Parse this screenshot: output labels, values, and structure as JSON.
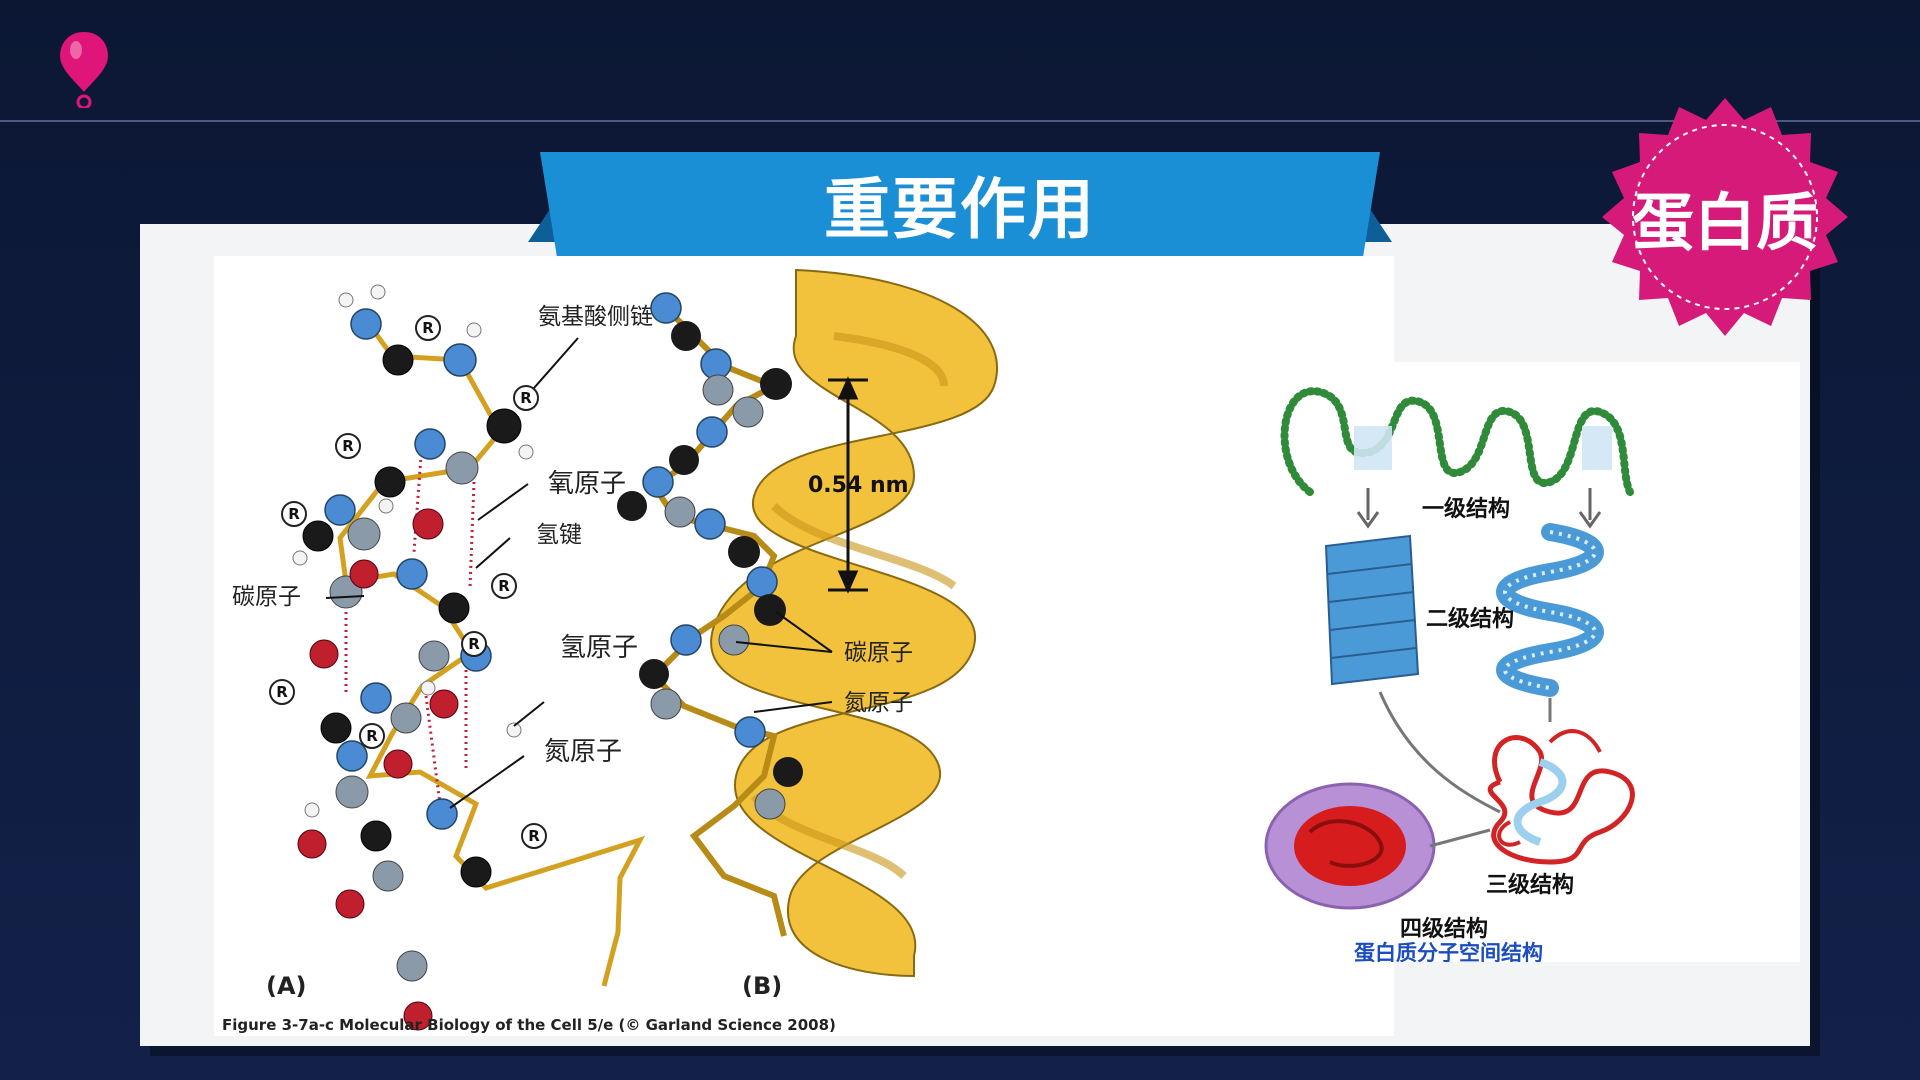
{
  "slide": {
    "title": "重要作用",
    "badge": "蛋白质"
  },
  "figure_a": {
    "part_label": "(A)",
    "labels": {
      "side_chain": "氨基酸侧链",
      "oxygen": "氧原子",
      "hbond": "氢键",
      "carbon": "碳原子",
      "hydrogen": "氢原子",
      "nitrogen": "氮原子"
    },
    "r_group": "R"
  },
  "figure_b": {
    "part_label": "(B)",
    "pitch": "0.54 nm",
    "labels": {
      "carbon": "碳原子",
      "nitrogen": "氮原子"
    }
  },
  "caption": "Figure 3-7a-c  Molecular Biology of the Cell 5/e (© Garland Science 2008)",
  "figure_c": {
    "primary": "一级结构",
    "secondary": "二级结构",
    "tertiary": "三级结构",
    "quaternary": "四级结构",
    "title": "蛋白质分子空间结构"
  },
  "colors": {
    "background": "#0f1b38",
    "ribbon": "#1a8fd6",
    "badge": "#d61a7a",
    "pin": "#e0157a",
    "helix_ribbon": "#f2c23c"
  }
}
